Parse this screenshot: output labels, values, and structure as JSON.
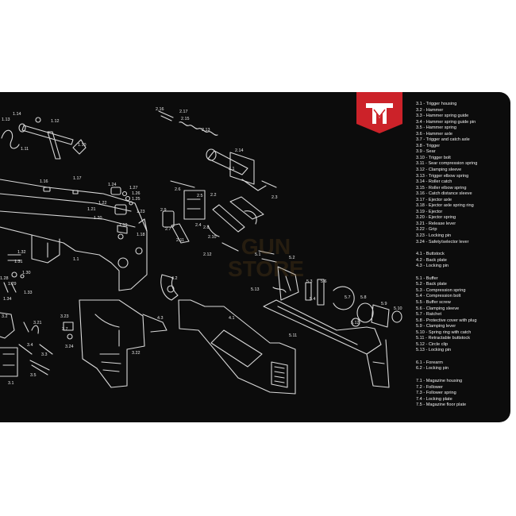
{
  "watermark": {
    "line1": "GUN",
    "line2": "STORE"
  },
  "legend": {
    "groups": [
      [
        "3.1 - Trigger housing",
        "3.2 - Hammer",
        "3.3 - Hammer spring guide",
        "3.4 - Hammer spring guide pin",
        "3.5 - Hammer spring",
        "3.6 - Hammer axle",
        "3.7 - Trigger and catch axle",
        "3.8 - Trigger",
        "3.9 - Sear",
        "3.10 - Trigger bolt",
        "3.11 - Sear compression spring",
        "3.12 - Clamping sleeve",
        "3.13 - Trigger elbow spring",
        "3.14 - Roller catch",
        "3.15 - Roller elbow spring",
        "3.16 - Catch distance sleeve",
        "3.17 - Ejector axle",
        "3.18 - Ejector axle spring ring",
        "3.19 - Ejector",
        "3.20 - Ejector spring",
        "3.21 - Release lever",
        "3.22 - Grip",
        "3.23 - Locking pin",
        "3.24 - Safety/selector lever"
      ],
      [
        "4.1 - Buttstock",
        "4.2 - Back plate",
        "4.3 - Locking pin"
      ],
      [
        "5.1 - Buffer",
        "5.2 - Back plate",
        "5.3 - Compression spring",
        "5.4 - Compression bolt",
        "5.5 - Buffer screw",
        "5.6 - Clamping sleeve",
        "5.7 - Ratchet",
        "5.8 - Protective cover with plug",
        "5.9 - Clamping lever",
        "5.10 - Spring ring with catch",
        "5.11 - Retractable buttstock",
        "5.12 - Circle clip",
        "5.13 - Locking pin"
      ],
      [
        "6.1 - Forearm",
        "6.2 - Locking pin"
      ],
      [
        "7.1 - Magazine housing",
        "7.2 - Follower",
        "7.3 - Follower spring",
        "7.4 - Locking plate",
        "7.5 - Magazine floor plate"
      ]
    ]
  },
  "callouts": [
    "1.13",
    "1.14",
    "1.12",
    "1.11",
    "1.10",
    "1.17",
    "1.16",
    "1.24",
    "1.27",
    "1.26",
    "1.25",
    "1.22",
    "1.21",
    "1.20",
    "1.23",
    "1.19",
    "1.18",
    "1.32",
    "1.31",
    "1.30",
    "1.29",
    "1.28",
    "1.34",
    "1.33",
    "1.1",
    "2.16",
    "2.17",
    "2.15",
    "2.13",
    "2.14",
    "2.1",
    "2.3",
    "2.6",
    "2.5",
    "2.2",
    "2.4",
    "2.9",
    "2.7",
    "2.8",
    "2.10",
    "2.11",
    "2.12",
    "3.2",
    "3.21",
    "3.23",
    "3.7",
    "3.24",
    "3.3",
    "3.4",
    "3.22",
    "3.5",
    "3.1",
    "4.2",
    "4.3",
    "4.1",
    "5.1",
    "5.2",
    "5.3",
    "5.6",
    "5.13",
    "5.4",
    "5.7",
    "5.8",
    "5.9",
    "5.10",
    "5.12",
    "5.11"
  ],
  "colors": {
    "mat": "#0c0c0c",
    "logo_red": "#cc2229",
    "text": "#f0f0f0"
  },
  "logo": {
    "icon": "tekmat-logo-icon"
  }
}
